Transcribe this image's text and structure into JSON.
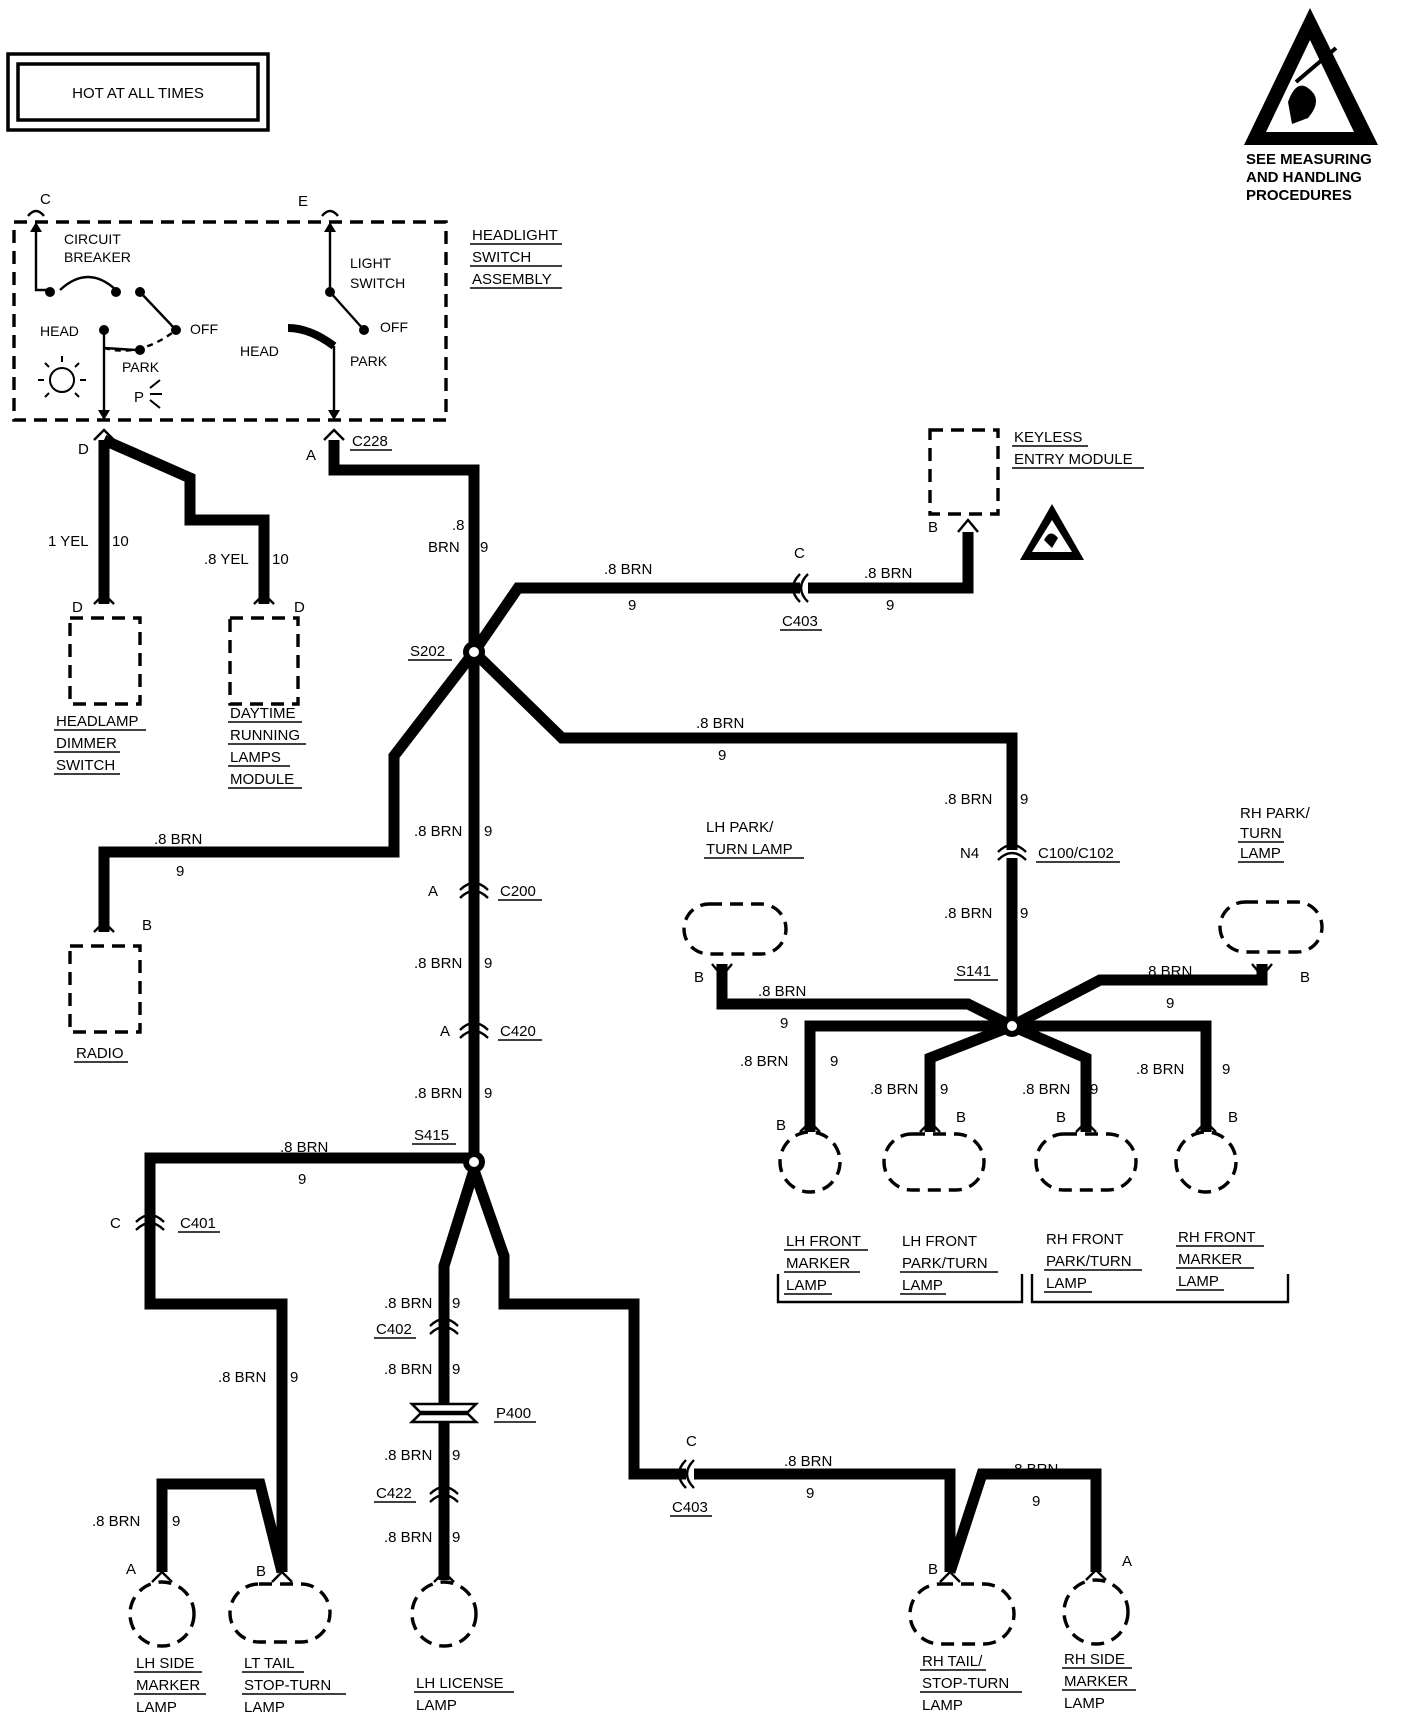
{
  "header": {
    "hot_box_label": "HOT AT ALL TIMES",
    "esd_note_lines": [
      "SEE MEASURING",
      "AND HANDLING",
      "PROCEDURES"
    ]
  },
  "headlight_switch": {
    "title_lines": [
      "HEADLIGHT",
      "SWITCH",
      "ASSEMBLY"
    ],
    "circuit_breaker_lines": [
      "CIRCUIT",
      "BREAKER"
    ],
    "light_switch_lines": [
      "LIGHT",
      "SWITCH"
    ],
    "left_head": "HEAD",
    "left_off": "OFF",
    "left_park": "PARK",
    "park_symbol": "P",
    "right_head": "HEAD",
    "right_off": "OFF",
    "right_park": "PARK",
    "pin_c": "C",
    "pin_e": "E",
    "pin_d": "D",
    "pin_a": "A",
    "connector": "C228"
  },
  "wires": {
    "yel_1": "1 YEL",
    "yel_08": ".8 YEL",
    "circuit_10": "10",
    "brn_08": ".8 BRN",
    "brn_08_compact": ".8",
    "brn_word": "BRN",
    "circuit_9": "9"
  },
  "connectors": {
    "c403": "C403",
    "c200": "C200",
    "c420": "C420",
    "c401": "C401",
    "c402": "C402",
    "c422": "C422",
    "p400": "P400",
    "c100": "C100/C102",
    "n4": "N4",
    "pin_a": "A",
    "pin_b": "B",
    "pin_c": "C",
    "pin_d": "D"
  },
  "splices": {
    "s202": "S202",
    "s415": "S415",
    "s141": "S141"
  },
  "components": {
    "keyless_lines": [
      "KEYLESS",
      "ENTRY MODULE"
    ],
    "headlamp_dimmer_lines": [
      "HEADLAMP",
      "DIMMER",
      "SWITCH"
    ],
    "drl_lines": [
      "DAYTIME",
      "RUNNING",
      "LAMPS",
      "MODULE"
    ],
    "radio": "RADIO",
    "lh_park_turn_lines": [
      "LH PARK/",
      "TURN LAMP"
    ],
    "rh_park_turn_lines": [
      "RH PARK/",
      "TURN",
      "LAMP"
    ],
    "lh_front_marker_lines": [
      "LH FRONT",
      "MARKER",
      "LAMP"
    ],
    "lh_front_park_lines": [
      "LH FRONT",
      "PARK/TURN",
      "LAMP"
    ],
    "rh_front_park_lines": [
      "RH FRONT",
      "PARK/TURN",
      "LAMP"
    ],
    "rh_front_marker_lines": [
      "RH FRONT",
      "MARKER",
      "LAMP"
    ],
    "lh_side_marker_lines": [
      "LH SIDE",
      "MARKER",
      "LAMP"
    ],
    "lt_tail_lines": [
      "LT TAIL",
      "STOP-TURN",
      "LAMP"
    ],
    "lh_license_lines": [
      "LH LICENSE",
      "LAMP"
    ],
    "rh_tail_lines": [
      "RH TAIL/",
      "STOP-TURN",
      "LAMP"
    ],
    "rh_side_marker_lines": [
      "RH SIDE",
      "MARKER",
      "LAMP"
    ]
  }
}
